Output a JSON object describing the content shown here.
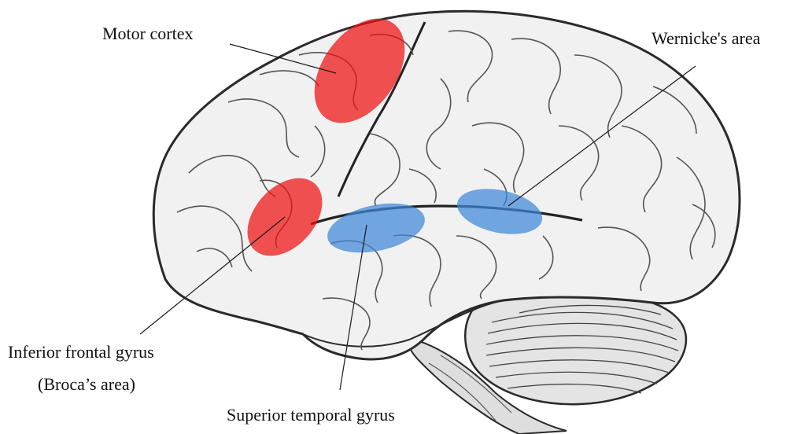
{
  "labels": {
    "motor_cortex": "Motor cortex",
    "wernickes_area": "Wernicke's area",
    "inferior_frontal_gyrus": "Inferior frontal gyrus",
    "brocas_area": "(Broca’s area)",
    "superior_temporal_gyrus": "Superior temporal gyrus"
  },
  "colors": {
    "motor_region": "#ee1111",
    "language_region": "#3f88d8",
    "brain_fill": "#f1f1f1",
    "outline": "#2a2a2a",
    "sulcus": "#555555"
  }
}
